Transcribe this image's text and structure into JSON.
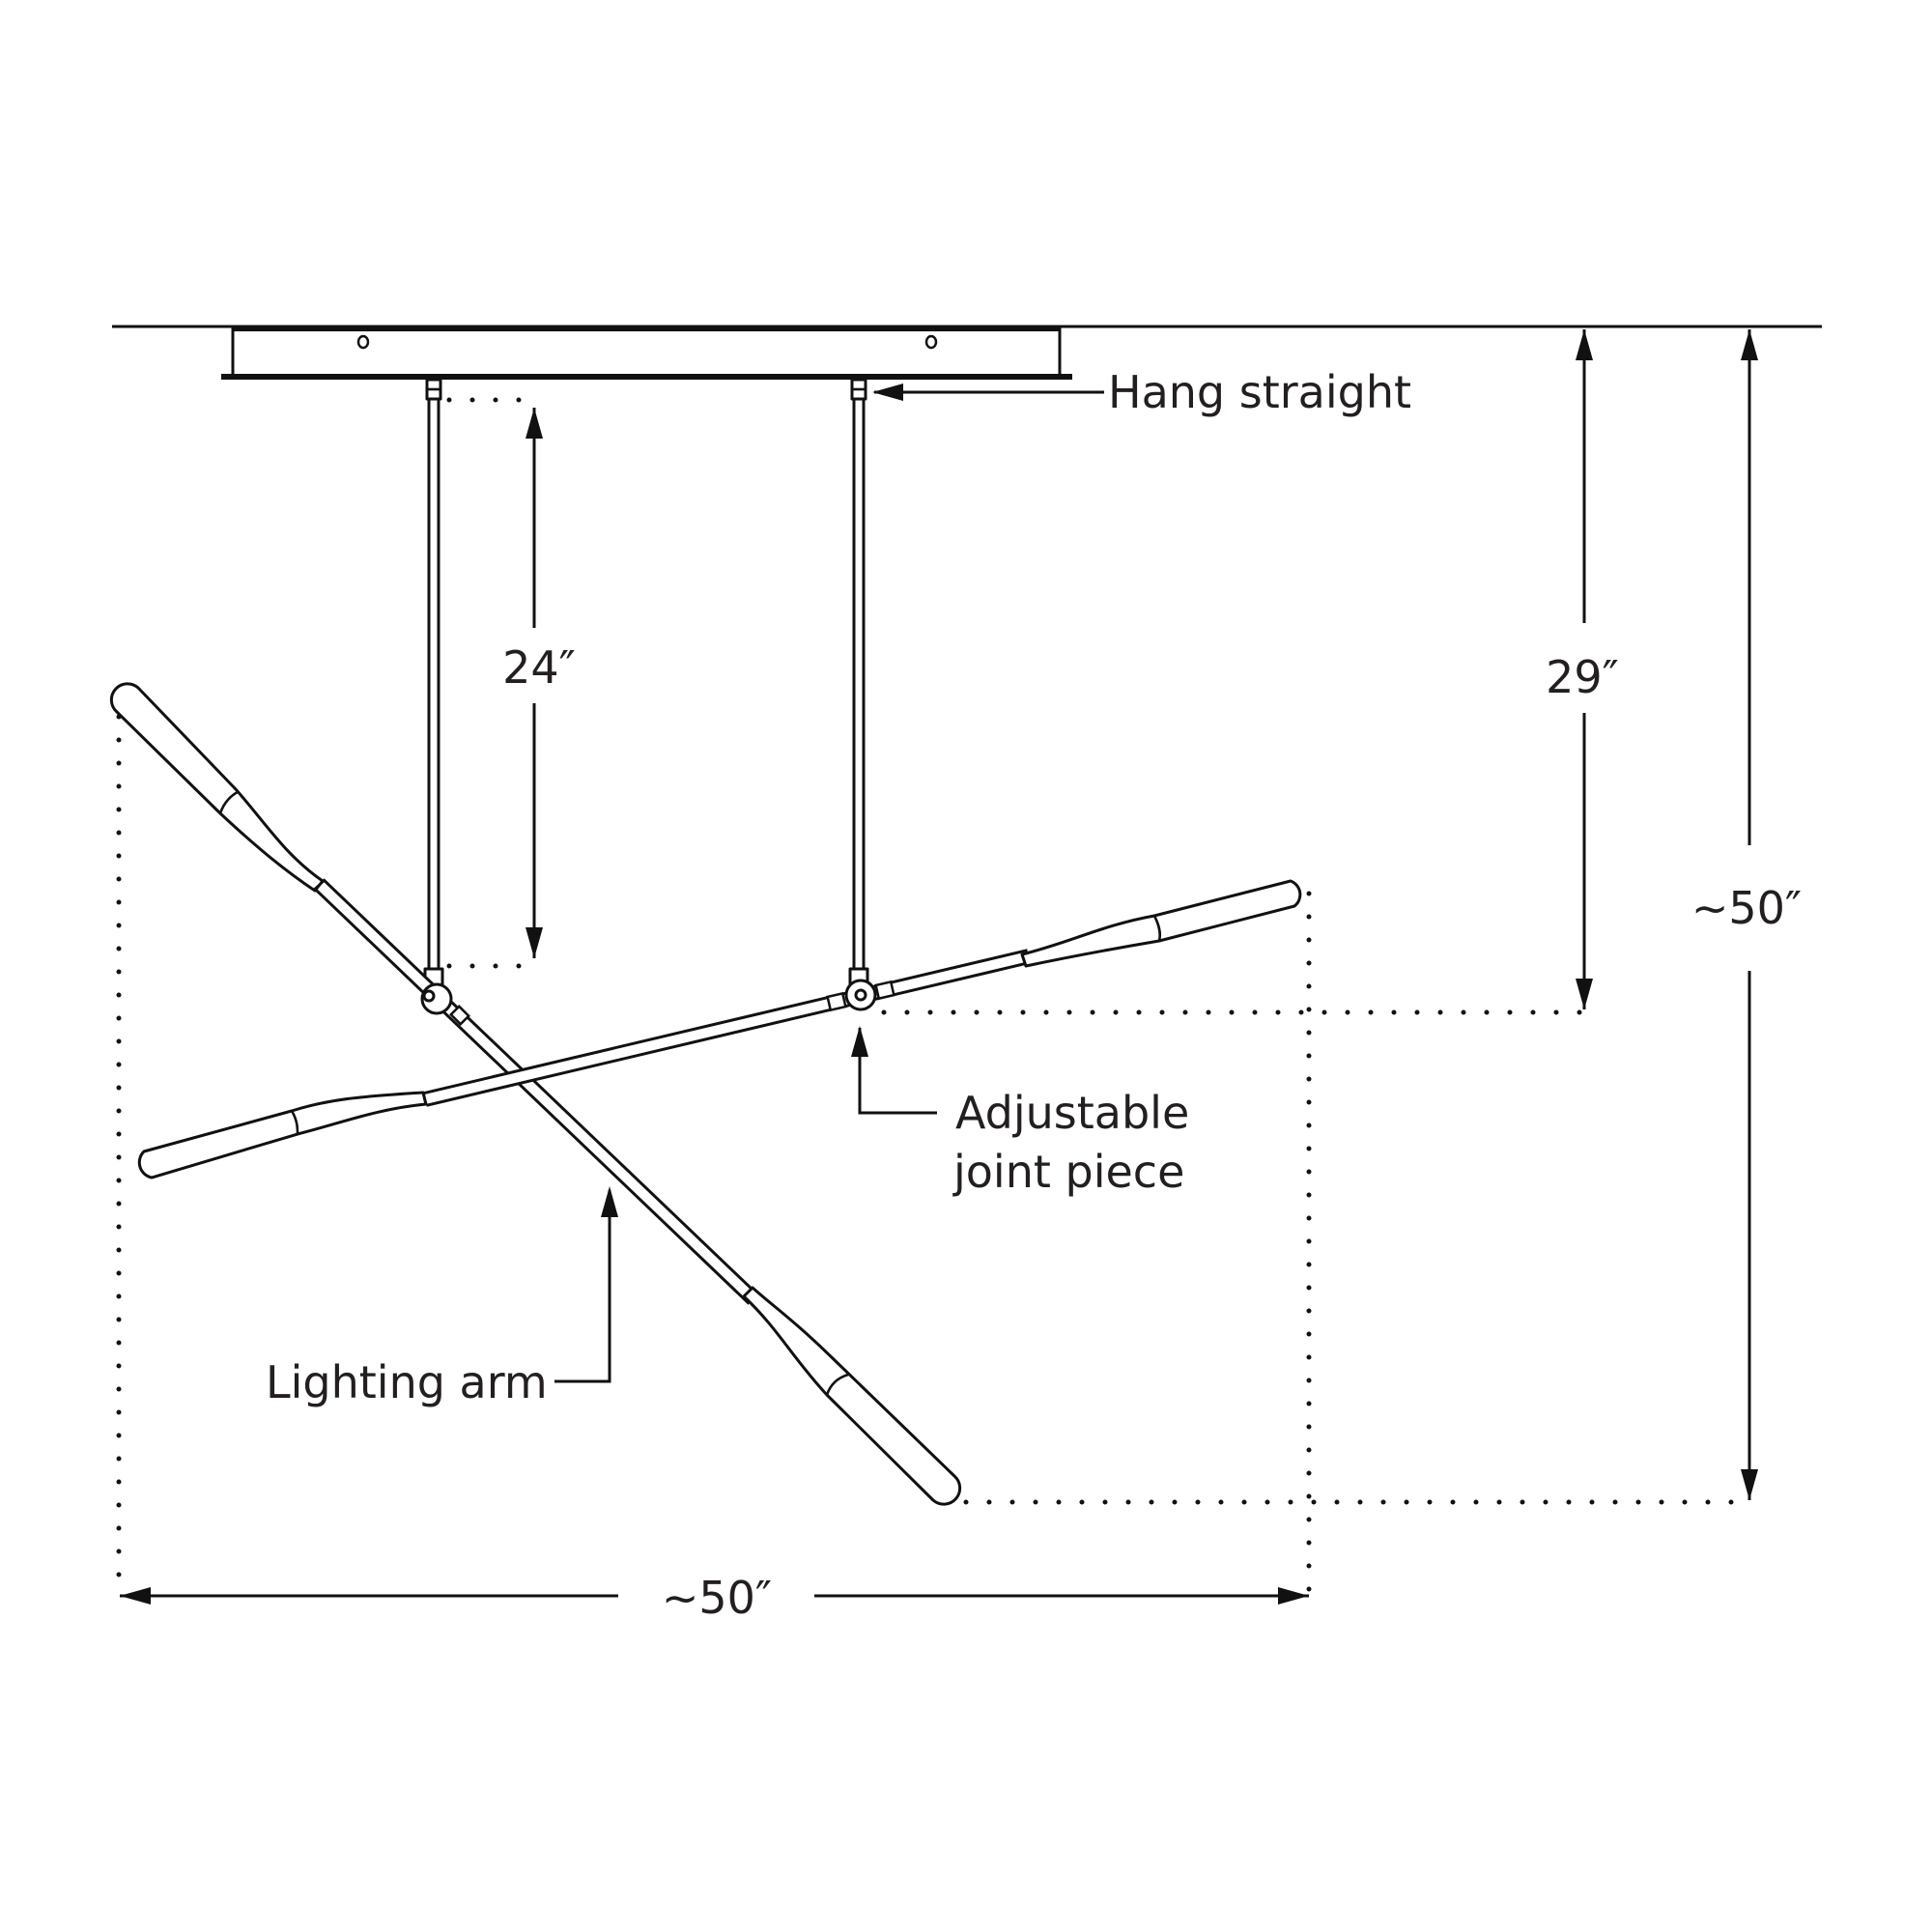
{
  "diagram": {
    "title": "Linear chandelier dimension drawing",
    "colors": {
      "ink": "#111111",
      "text": "#231f20",
      "background": "#ffffff"
    },
    "callouts": {
      "hang_straight": "Hang straight",
      "adjustable_joint_line1": "Adjustable",
      "adjustable_joint_line2": "joint piece",
      "lighting_arm": "Lighting arm"
    },
    "dimensions": {
      "rod_length": "24″",
      "drop_to_joint": "29″",
      "overall_height": "~50″",
      "overall_width": "~50″"
    },
    "components": [
      "ceiling-line",
      "canopy",
      "downrod-left",
      "downrod-right",
      "joint-left",
      "joint-right",
      "lighting-arm-diagonal",
      "lighting-arm-shallow"
    ]
  }
}
